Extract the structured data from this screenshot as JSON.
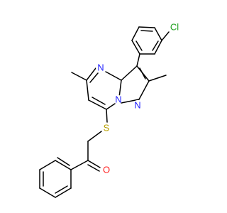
{
  "molecule": {
    "atoms": {
      "chlorine": {
        "symbol": "Cl",
        "color": "#1FA01F"
      },
      "pyrimidine_nitrogen": {
        "symbol": "N",
        "color": "#2222FF"
      },
      "bridgehead_nitrogen": {
        "symbol": "N",
        "color": "#2222FF"
      },
      "pyrazole_nitrogen": {
        "symbol": "N",
        "color": "#2222FF"
      },
      "sulfur": {
        "symbol": "S",
        "color": "#B8A000"
      },
      "carbonyl_oxygen": {
        "symbol": "O",
        "color": "#FF2020"
      }
    },
    "bond_color": "#000000"
  }
}
